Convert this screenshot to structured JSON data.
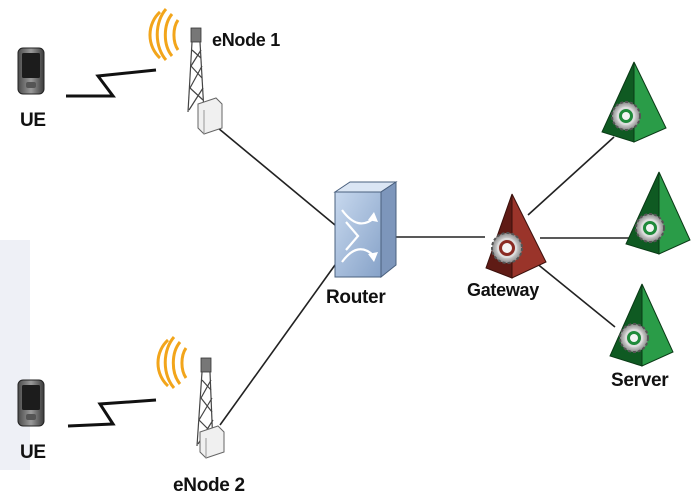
{
  "labels": {
    "ue_top": "UE",
    "ue_bottom": "UE",
    "enode1": "eNode 1",
    "enode2": "eNode 2",
    "router": "Router",
    "gateway": "Gateway",
    "server": "Server"
  },
  "colors": {
    "server_green": "#1f8a3a",
    "gateway_red": "#8a2a22",
    "router_blue": "#9fb8d8",
    "antenna_orange": "#f2a51b",
    "link": "#222222"
  }
}
